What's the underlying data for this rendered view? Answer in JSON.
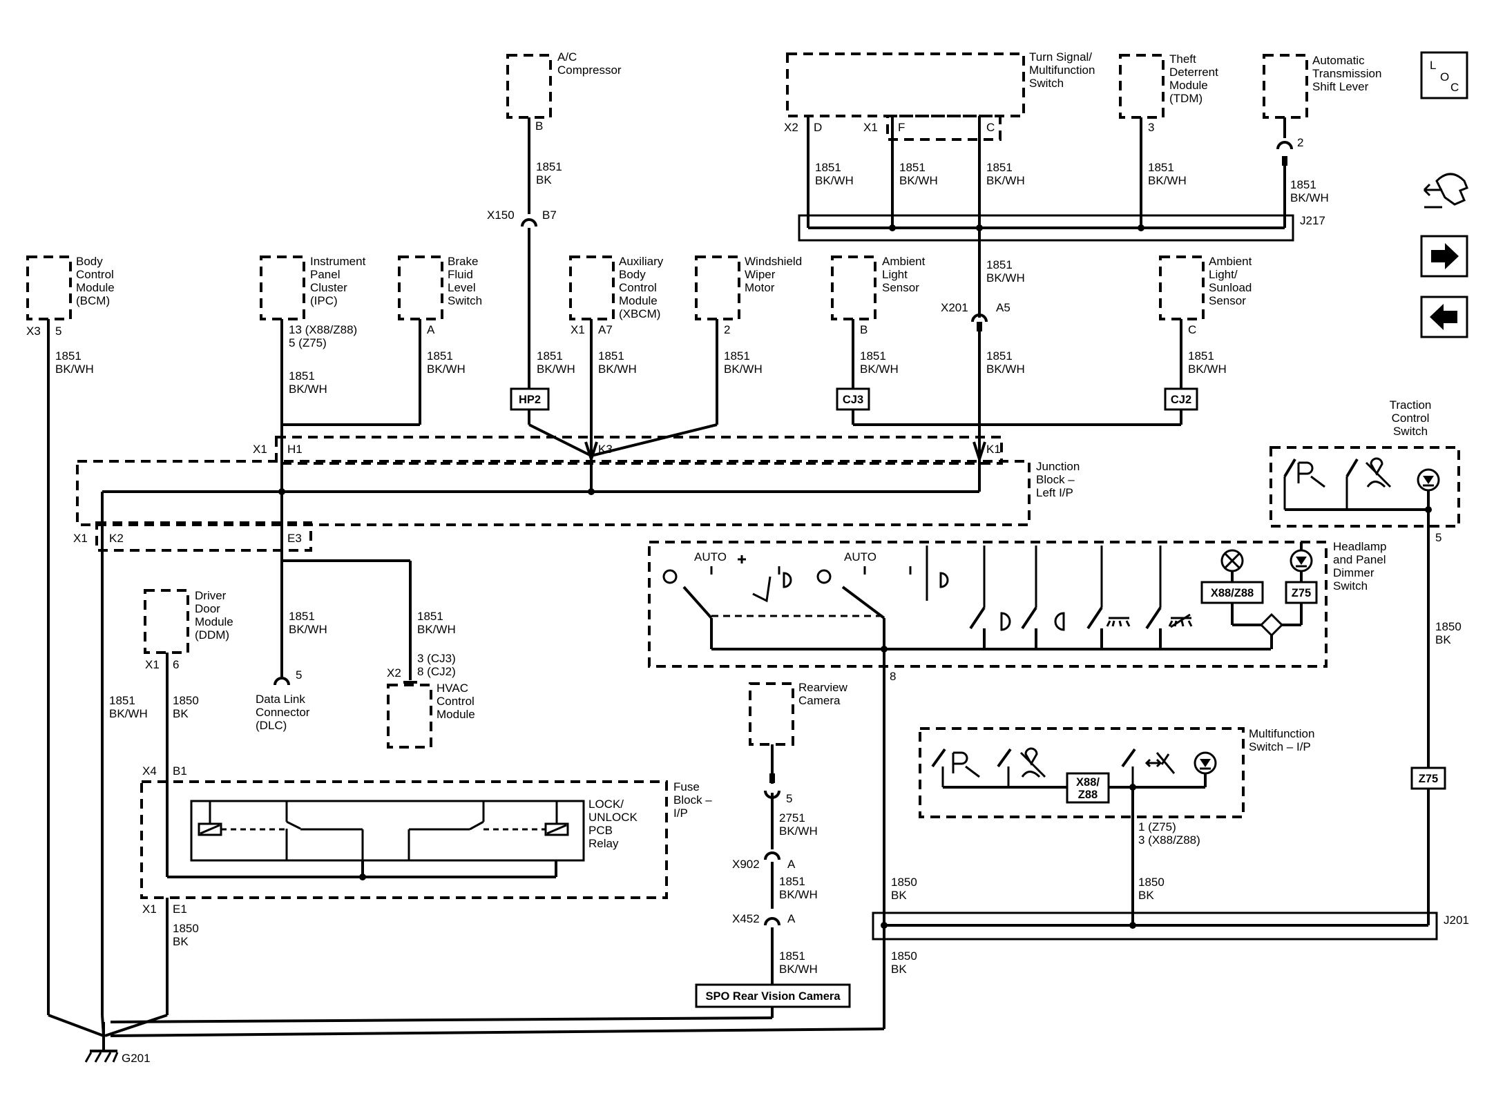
{
  "components": {
    "bcm": [
      "Body",
      "Control",
      "Module",
      "(BCM)"
    ],
    "ipc": [
      "Instrument",
      "Panel",
      "Cluster",
      "(IPC)"
    ],
    "brake": [
      "Brake",
      "Fluid",
      "Level",
      "Switch"
    ],
    "ac": [
      "A/C",
      "Compressor"
    ],
    "xbcm": [
      "Auxiliary",
      "Body",
      "Control",
      "Module",
      "(XBCM)"
    ],
    "wiper": [
      "Windshield",
      "Wiper",
      "Motor"
    ],
    "ambient": [
      "Ambient",
      "Light",
      "Sensor"
    ],
    "sunload": [
      "Ambient",
      "Light/",
      "Sunload",
      "Sensor"
    ],
    "turn": [
      "Turn Signal/",
      "Multifunction",
      "Switch"
    ],
    "tdm": [
      "Theft",
      "Deterrent",
      "Module",
      "(TDM)"
    ],
    "shift": [
      "Automatic",
      "Transmission",
      "Shift Lever"
    ],
    "junction": [
      "Junction",
      "Block –",
      "Left I/P"
    ],
    "ddm": [
      "Driver",
      "Door",
      "Module",
      "(DDM)"
    ],
    "dlc": [
      "Data Link",
      "Connector",
      "(DLC)"
    ],
    "hvac": [
      "HVAC",
      "Control",
      "Module"
    ],
    "fuse": [
      "Fuse",
      "Block –",
      "I/P"
    ],
    "relay": [
      "LOCK/",
      "UNLOCK",
      "PCB",
      "Relay"
    ],
    "camera": [
      "Rearview",
      "Camera"
    ],
    "spo": "SPO Rear Vision Camera",
    "traction": [
      "Traction",
      "Control",
      "Switch"
    ],
    "headlamp": [
      "Headlamp",
      "and Panel",
      "Dimmer",
      "Switch"
    ],
    "mfs": [
      "Multifunction",
      "Switch – I/P"
    ],
    "ground": "G201",
    "splice_j217": "J217",
    "splice_j201": "J201"
  },
  "wires": {
    "c1851": "1851",
    "c1850": "1850",
    "c2751": "2751",
    "bkwh": "BK/WH",
    "bk": "BK"
  },
  "connectors": {
    "X3": "X3",
    "X1": "X1",
    "X2": "X2",
    "X4": "X4",
    "X150": "X150",
    "X201": "X201",
    "X902": "X902",
    "X452": "X452",
    "p5": "5",
    "p13": "13 (X88/Z88)",
    "p5z": "5 (Z75)",
    "A": "A",
    "B": "B",
    "C": "C",
    "D": "D",
    "F": "F",
    "A5": "A5",
    "A7": "A7",
    "B7": "B7",
    "B1": "B1",
    "E1": "E1",
    "E3": "E3",
    "H1": "H1",
    "K1": "K1",
    "K2": "K2",
    "K3": "K3",
    "n2": "2",
    "n3": "3",
    "n6": "6",
    "n8": "8",
    "hv1": "3 (CJ3)",
    "hv2": "8 (CJ2)",
    "mf1": "1 (Z75)",
    "mf2": "3 (X88/Z88)"
  },
  "inline_boxes": {
    "hp2": "HP2",
    "cj3": "CJ3",
    "cj2": "CJ2",
    "x88z88": "X88/Z88",
    "z75": "Z75",
    "mfbox1": "X88/",
    "mfbox2": "Z88"
  },
  "switch_text": {
    "auto": "AUTO"
  },
  "loc_icon": {
    "l": "L",
    "o": "O",
    "c": "C"
  },
  "nav": {
    "icons": [
      "component-locator-icon",
      "next-arrow-icon",
      "previous-arrow-icon"
    ]
  }
}
